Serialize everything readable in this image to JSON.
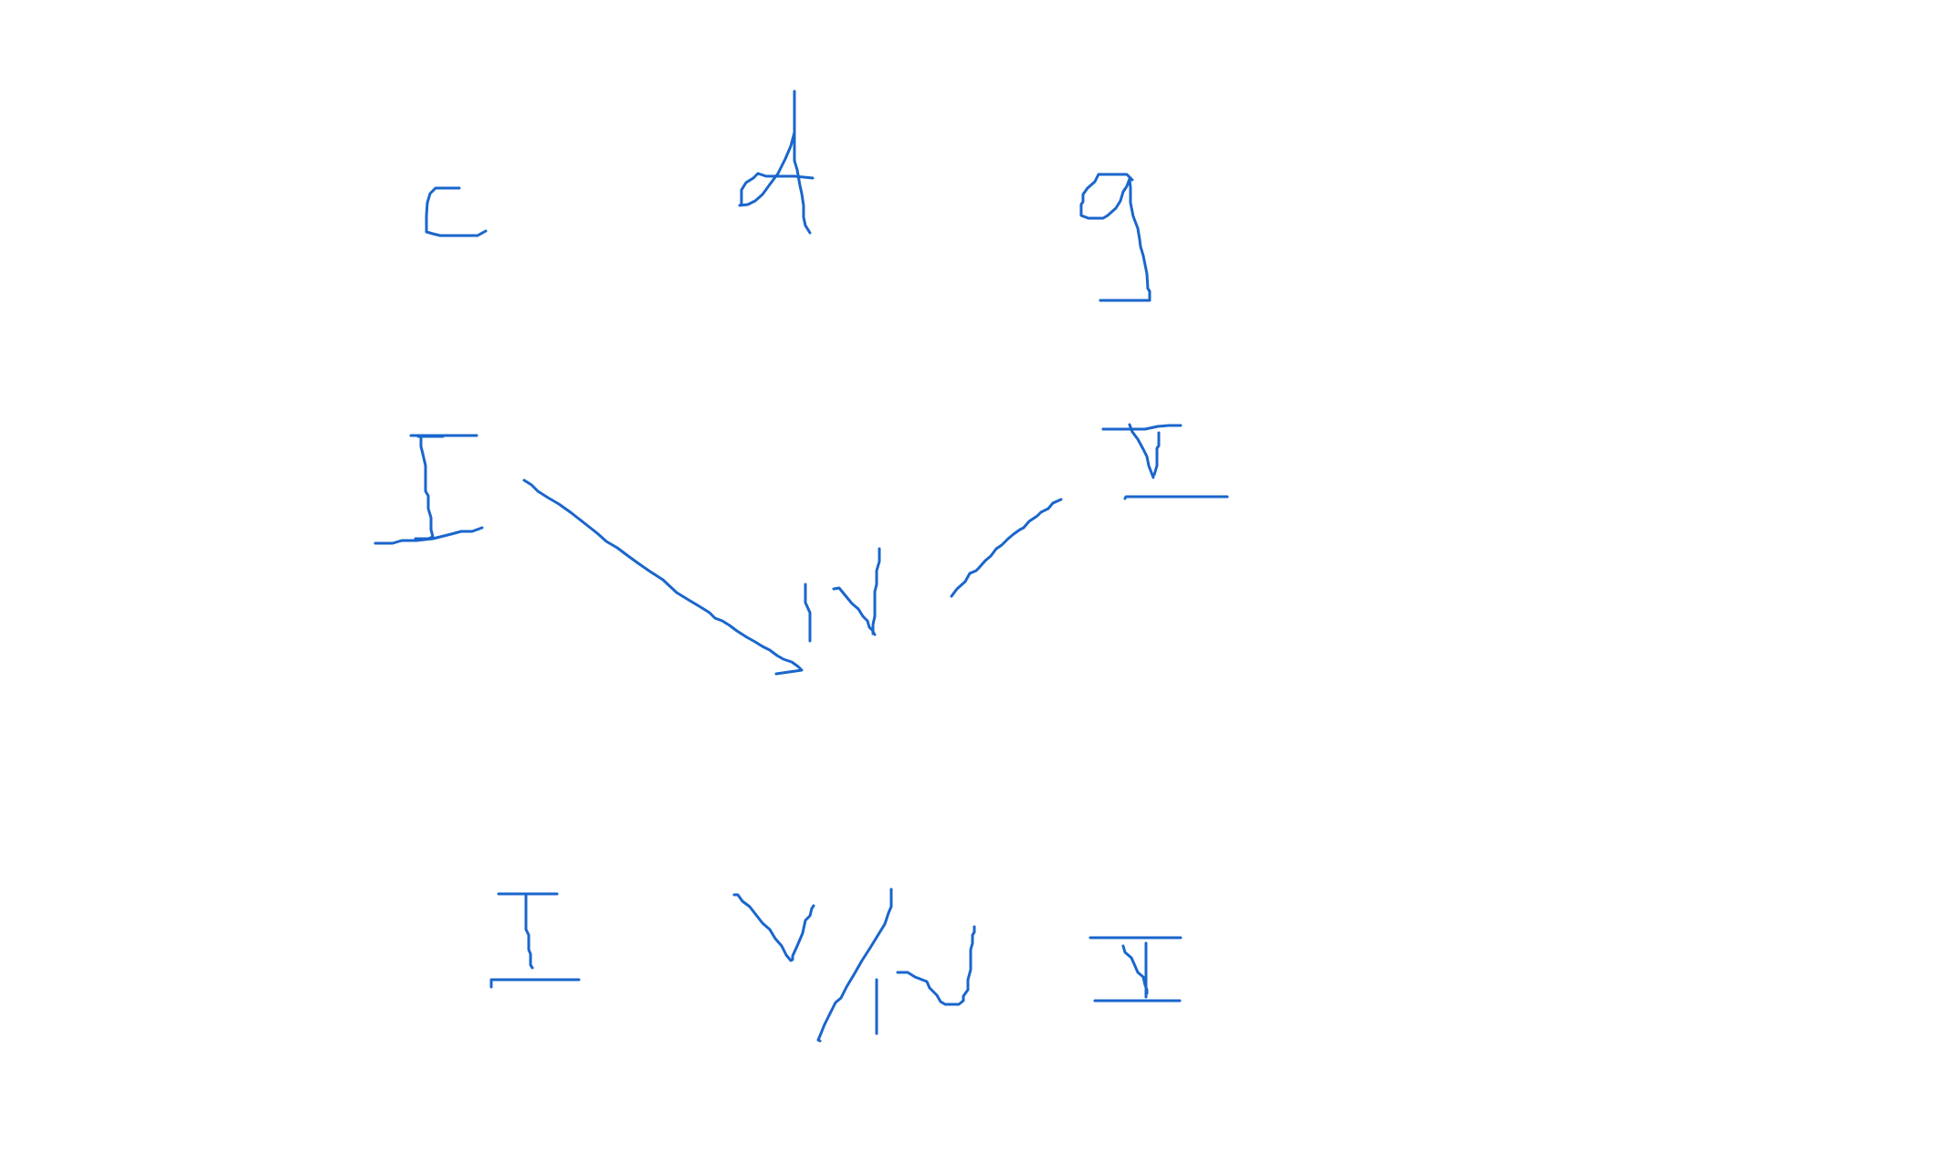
{
  "canvas": {
    "background": "#ffffff",
    "ink_color": "#1a66cc"
  },
  "sketch_glyphs": [
    "c",
    "d",
    "g",
    "I",
    "V",
    "IV",
    "I",
    "V/N",
    "VI"
  ]
}
